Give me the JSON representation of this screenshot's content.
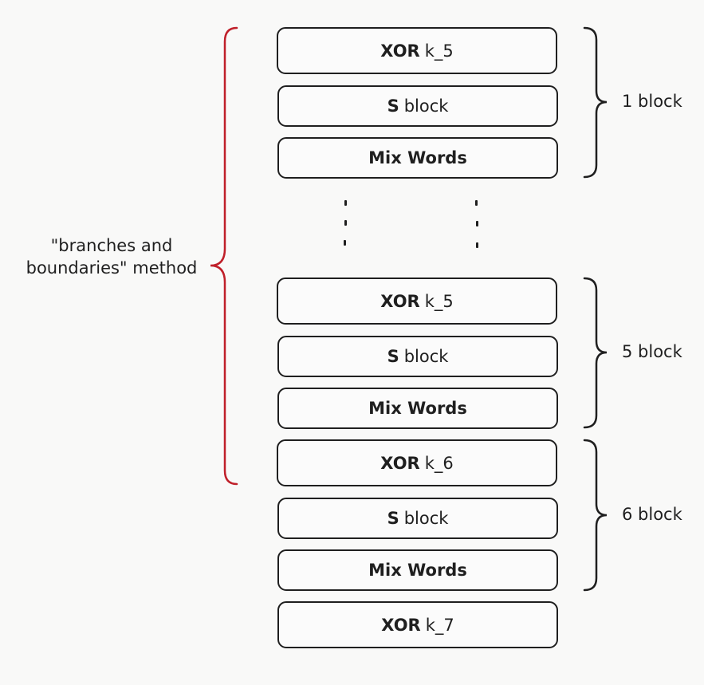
{
  "blocks": [
    {
      "bold": "XOR",
      "rest": "k_5"
    },
    {
      "bold": "S",
      "rest": "block"
    },
    {
      "bold": "Mix Words",
      "rest": ""
    },
    {
      "bold": "XOR",
      "rest": "k_5"
    },
    {
      "bold": "S",
      "rest": "block"
    },
    {
      "bold": "Mix Words",
      "rest": ""
    },
    {
      "bold": "XOR",
      "rest": "k_6"
    },
    {
      "bold": "S",
      "rest": "block"
    },
    {
      "bold": "Mix Words",
      "rest": ""
    },
    {
      "bold": "XOR",
      "rest": "k_7"
    }
  ],
  "groups": [
    {
      "label": "1 block"
    },
    {
      "label": "5 block"
    },
    {
      "label": "6 block"
    }
  ],
  "method": {
    "line1": "\"branches and",
    "line2": "boundaries\" method"
  },
  "colors": {
    "stroke": "#1f1f1f",
    "accent_brace": "#c0202a",
    "background": "#f9f9f8"
  }
}
